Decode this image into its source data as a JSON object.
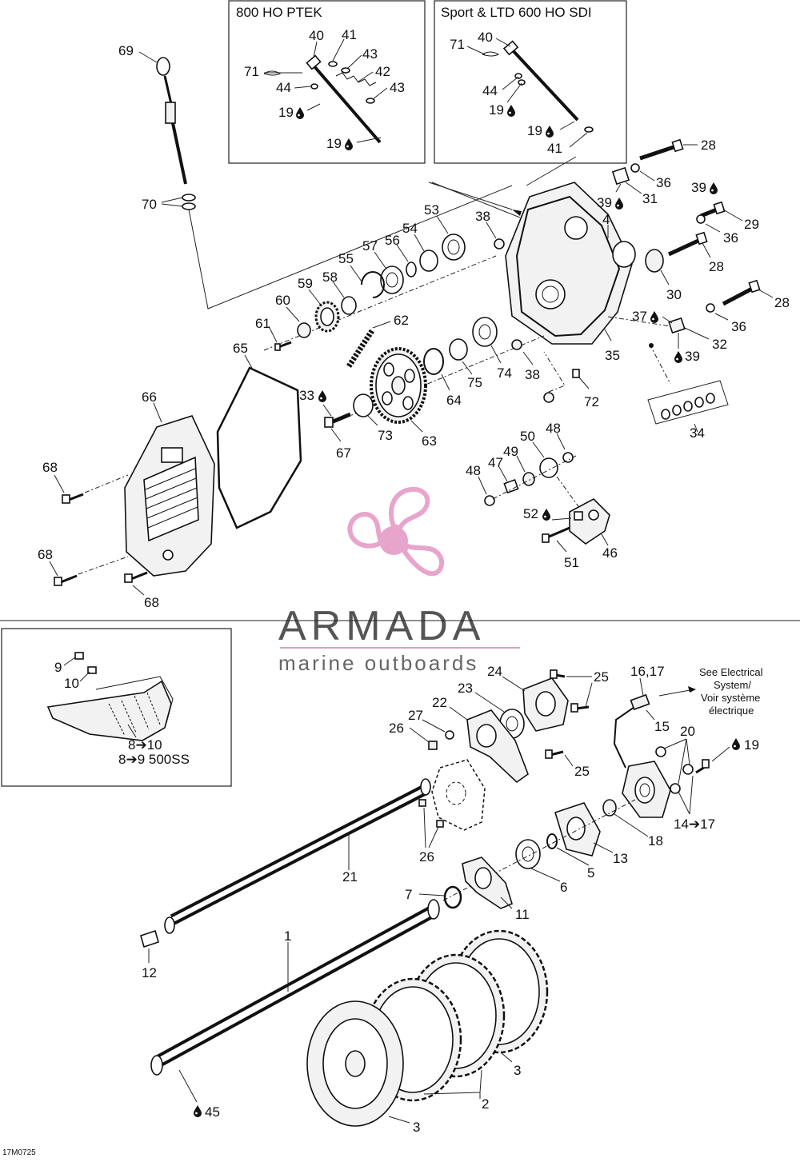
{
  "boxes": {
    "ptek_title": "800 HO PTEK",
    "sdi_title": "Sport & LTD 600 HO SDI",
    "track_labels": [
      "9",
      "10",
      "8➔10",
      "8➔9 500SS"
    ]
  },
  "watermark": {
    "brand": "ARMADA",
    "tagline": "marine outboards"
  },
  "note": {
    "line1": "See Electrical",
    "line2": "System/",
    "line3": "Voir système",
    "line4": "électrique"
  },
  "footer_code": "17M0725",
  "drop_icon": "oil-drop-icon",
  "labels": {
    "ptek_40": "40",
    "ptek_41": "41",
    "ptek_43a": "43",
    "ptek_71": "71",
    "ptek_42": "42",
    "ptek_44": "44",
    "ptek_43b": "43",
    "ptek_19a": "19",
    "ptek_19b": "19",
    "sdi_40": "40",
    "sdi_71": "71",
    "sdi_44": "44",
    "sdi_19a": "19",
    "sdi_19b": "19",
    "sdi_41": "41",
    "l69": "69",
    "l70": "70",
    "l28a": "28",
    "l36a": "36",
    "l31": "31",
    "l39a": "39",
    "l4": "4",
    "l39b": "39",
    "l29": "29",
    "l36b": "36",
    "l28b": "28",
    "l53": "53",
    "l38a": "38",
    "l54": "54",
    "l56": "56",
    "l57": "57",
    "l55": "55",
    "l59": "59",
    "l58": "58",
    "l60": "60",
    "l30": "30",
    "l28c": "28",
    "l61": "61",
    "l62": "62",
    "l37": "37",
    "l36c": "36",
    "l32": "32",
    "l39c": "39",
    "l65": "65",
    "l35": "35",
    "l74": "74",
    "l38b": "38",
    "l75": "75",
    "l33": "33",
    "l64": "64",
    "l72": "72",
    "l66": "66",
    "l73": "73",
    "l63": "63",
    "l67": "67",
    "l34": "34",
    "l48a": "48",
    "l50": "50",
    "l49": "49",
    "l47": "47",
    "l48b": "48",
    "l68a": "68",
    "l52": "52",
    "l46": "46",
    "l51": "51",
    "l68b": "68",
    "l68c": "68",
    "l24": "24",
    "l25a": "25",
    "l1617": "16,17",
    "l23": "23",
    "l22": "22",
    "l27": "27",
    "l26a": "26",
    "l15": "15",
    "l20": "20",
    "l19": "19",
    "l25b": "25",
    "l1417": "14➔17",
    "l18": "18",
    "l13": "13",
    "l26b": "26",
    "l5": "5",
    "l21": "21",
    "l6": "6",
    "l7": "7",
    "l11": "11",
    "l12": "12",
    "l1": "1",
    "l3a": "3",
    "l2": "2",
    "l45": "45",
    "l3b": "3"
  }
}
